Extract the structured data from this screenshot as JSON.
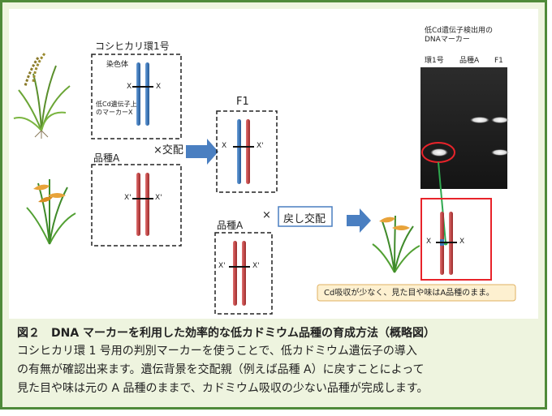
{
  "parent1": {
    "title": "コシヒカリ環1号",
    "chrom_label": "染色体",
    "marker_note_1": "低Cd遺伝子上",
    "marker_note_2": "のマーカーX",
    "allele_left": "X",
    "allele_right": "X"
  },
  "parent2": {
    "title": "品種A",
    "allele_left": "X'",
    "allele_right": "X'"
  },
  "cross": {
    "label": "×交配"
  },
  "f1": {
    "title": "F1",
    "allele_left": "X",
    "allele_right": "X'"
  },
  "backcross_parent": {
    "title": "品種A",
    "allele_left": "X'",
    "allele_right": "X'"
  },
  "backcross": {
    "times": "×",
    "label": "戻し交配"
  },
  "offspring": {
    "allele_left": "X",
    "allele_right": "X",
    "note": "Cd吸収が少なく、見た目や味はA品種のまま。"
  },
  "gel": {
    "title_1": "低Cd遺伝子検出用の",
    "title_2": "DNAマーカー",
    "lanes": [
      "環1号",
      "品種A",
      "F1"
    ]
  },
  "caption": {
    "title": "図２　DNA マーカーを利用した効率的な低カドミウム品種の育成方法（概略図）",
    "lines": [
      "コシヒカリ環 1 号用の判別マーカーを使うことで、低カドミウム遺伝子の導入",
      "の有無が確認出来ます。遺伝背景を交配親（例えば品種 A）に戻すことによって",
      "見た目や味は元の A 品種のままで、カドミウム吸収の少ない品種が完成します。"
    ]
  },
  "colors": {
    "frame": "#4f8a3a",
    "background": "#eef4df",
    "blue_chromosome": "#3f78b8",
    "red_chromosome": "#c04848",
    "highlight_box": "#e8232a",
    "note_box": "#fdf0d0",
    "arrow": "#4a7fc1"
  }
}
